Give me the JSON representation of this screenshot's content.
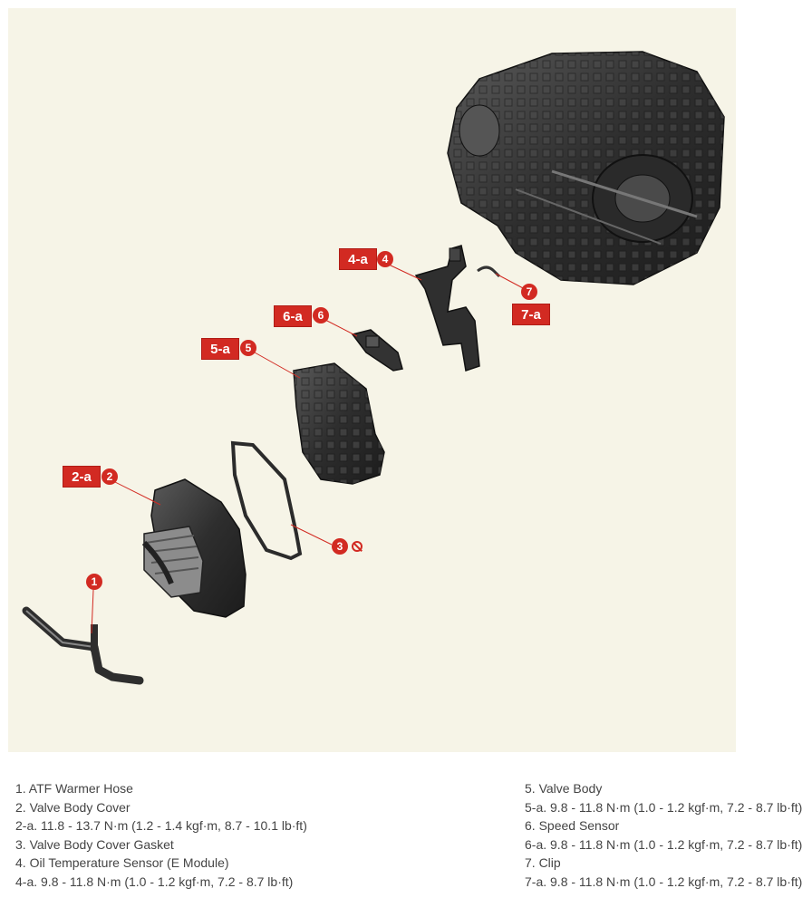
{
  "callouts": {
    "c1": {
      "num": "1"
    },
    "c2": {
      "num": "2",
      "tag": "2-a"
    },
    "c3": {
      "num": "3"
    },
    "c4": {
      "num": "4",
      "tag": "4-a"
    },
    "c5": {
      "num": "5",
      "tag": "5-a"
    },
    "c6": {
      "num": "6",
      "tag": "6-a"
    },
    "c7": {
      "num": "7",
      "tag": "7-a"
    }
  },
  "legend": {
    "left": [
      "1. ATF Warmer Hose",
      "2. Valve Body Cover",
      "2-a. 11.8 - 13.7 N·m (1.2 - 1.4 kgf·m, 8.7 - 10.1 lb·ft)",
      "3. Valve Body Cover Gasket",
      "4. Oil Temperature Sensor (E Module)",
      "4-a. 9.8 - 11.8 N·m (1.0 - 1.2 kgf·m, 7.2 - 8.7 lb·ft)"
    ],
    "right": [
      "5. Valve Body",
      "5-a. 9.8 - 11.8 N·m (1.0 - 1.2 kgf·m, 7.2 - 8.7 lb·ft)",
      "6. Speed Sensor",
      "6-a. 9.8 - 11.8 N·m (1.0 - 1.2 kgf·m, 7.2 - 8.7 lb·ft)",
      "7. Clip",
      "7-a. 9.8 - 11.8 N·m (1.0 - 1.2 kgf·m, 7.2 - 8.7 lb·ft)"
    ]
  },
  "colors": {
    "callout": "#d22a22",
    "background": "#f6f4e7",
    "part": "#3a3a3a"
  }
}
